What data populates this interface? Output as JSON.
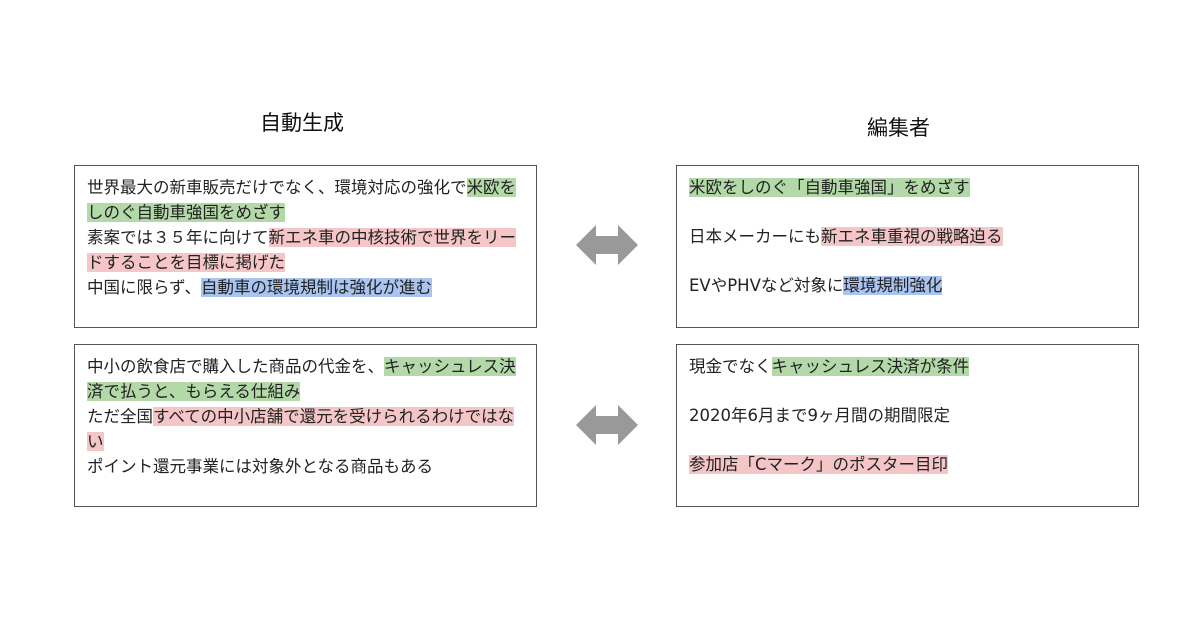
{
  "headers": {
    "left": "自動生成",
    "right": "編集者"
  },
  "colors": {
    "green": "#b3d9a8",
    "pink": "#f5c6c8",
    "blue": "#a9c4ef",
    "arrow": "#999999",
    "border": "#555555"
  },
  "rows": [
    {
      "auto": {
        "s1_a": "世界最大の新車販売だけでなく、環境対応の強化で",
        "s1_hl": "米欧をしのぐ自動車強国をめざす",
        "s2_a": "素案では３５年に向けて",
        "s2_hl": "新エネ車の中核技術で世界をリードすることを目標に掲げた",
        "s3_a": "中国に限らず、",
        "s3_hl": "自動車の環境規制は強化が進む"
      },
      "editor": {
        "l1_hl": "米欧をしのぐ「自動車強国」をめざす",
        "l2_a": "日本メーカーにも",
        "l2_hl": "新エネ車重視の戦略迫る",
        "l3_a": "EVやPHVなど対象に",
        "l3_hl": "環境規制強化"
      },
      "arrow_icon": "double-headed-arrow"
    },
    {
      "auto": {
        "s1_a": "中小の飲食店で購入した商品の代金を、",
        "s1_hl": "キャッシュレス決済で払うと、もらえる仕組み",
        "s2_a": "ただ全国",
        "s2_hl": "すべての中小店舗で還元を受けられるわけではない",
        "s3_a": "ポイント還元事業には対象外となる商品もある"
      },
      "editor": {
        "l1_a": "現金でなく",
        "l1_hl": "キャッシュレス決済が条件",
        "l2_a": "2020年6月まで9ヶ月間の期間限定",
        "l3_hl": "参加店「Cマーク」のポスター目印"
      },
      "arrow_icon": "double-headed-arrow"
    }
  ]
}
